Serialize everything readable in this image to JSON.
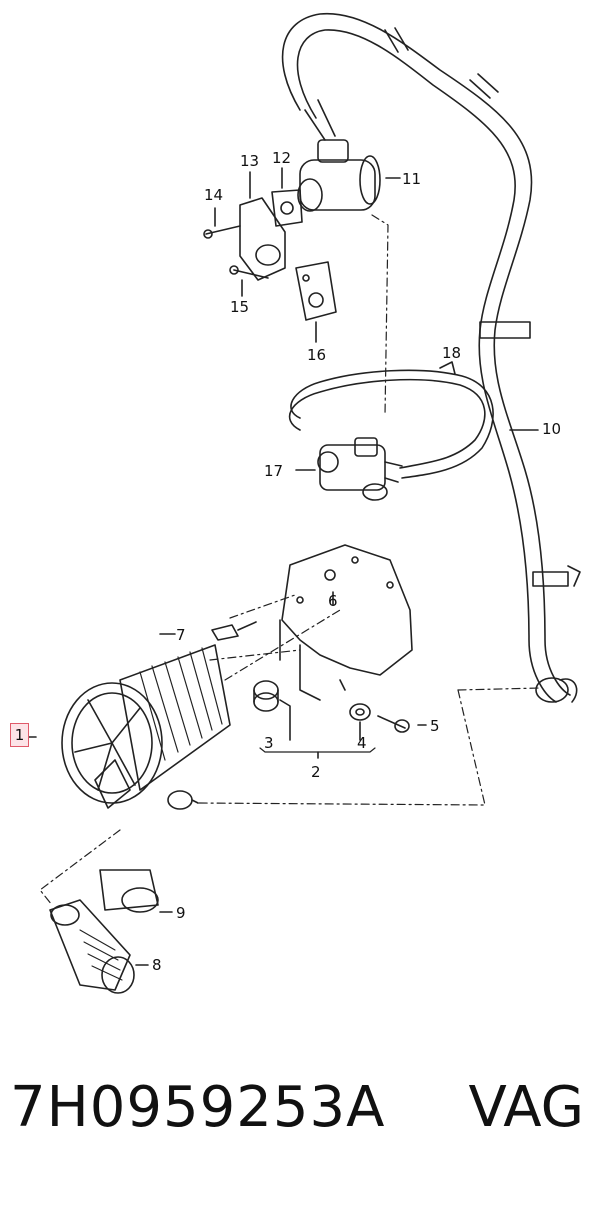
{
  "diagram": {
    "callouts": {
      "c1": "1",
      "c2": "2",
      "c3": "3",
      "c4": "4",
      "c5": "5",
      "c6": "6",
      "c7": "7",
      "c8": "8",
      "c9": "9",
      "c10": "10",
      "c11": "11",
      "c12": "12",
      "c13": "13",
      "c14": "14",
      "c15": "15",
      "c16": "16",
      "c17": "17",
      "c18": "18"
    },
    "highlighted_callout": "1",
    "highlight_color": "#fde4e8",
    "highlight_border": "#e05a6a"
  },
  "footer": {
    "part_number": "7H0959253A",
    "brand": "VAG"
  }
}
